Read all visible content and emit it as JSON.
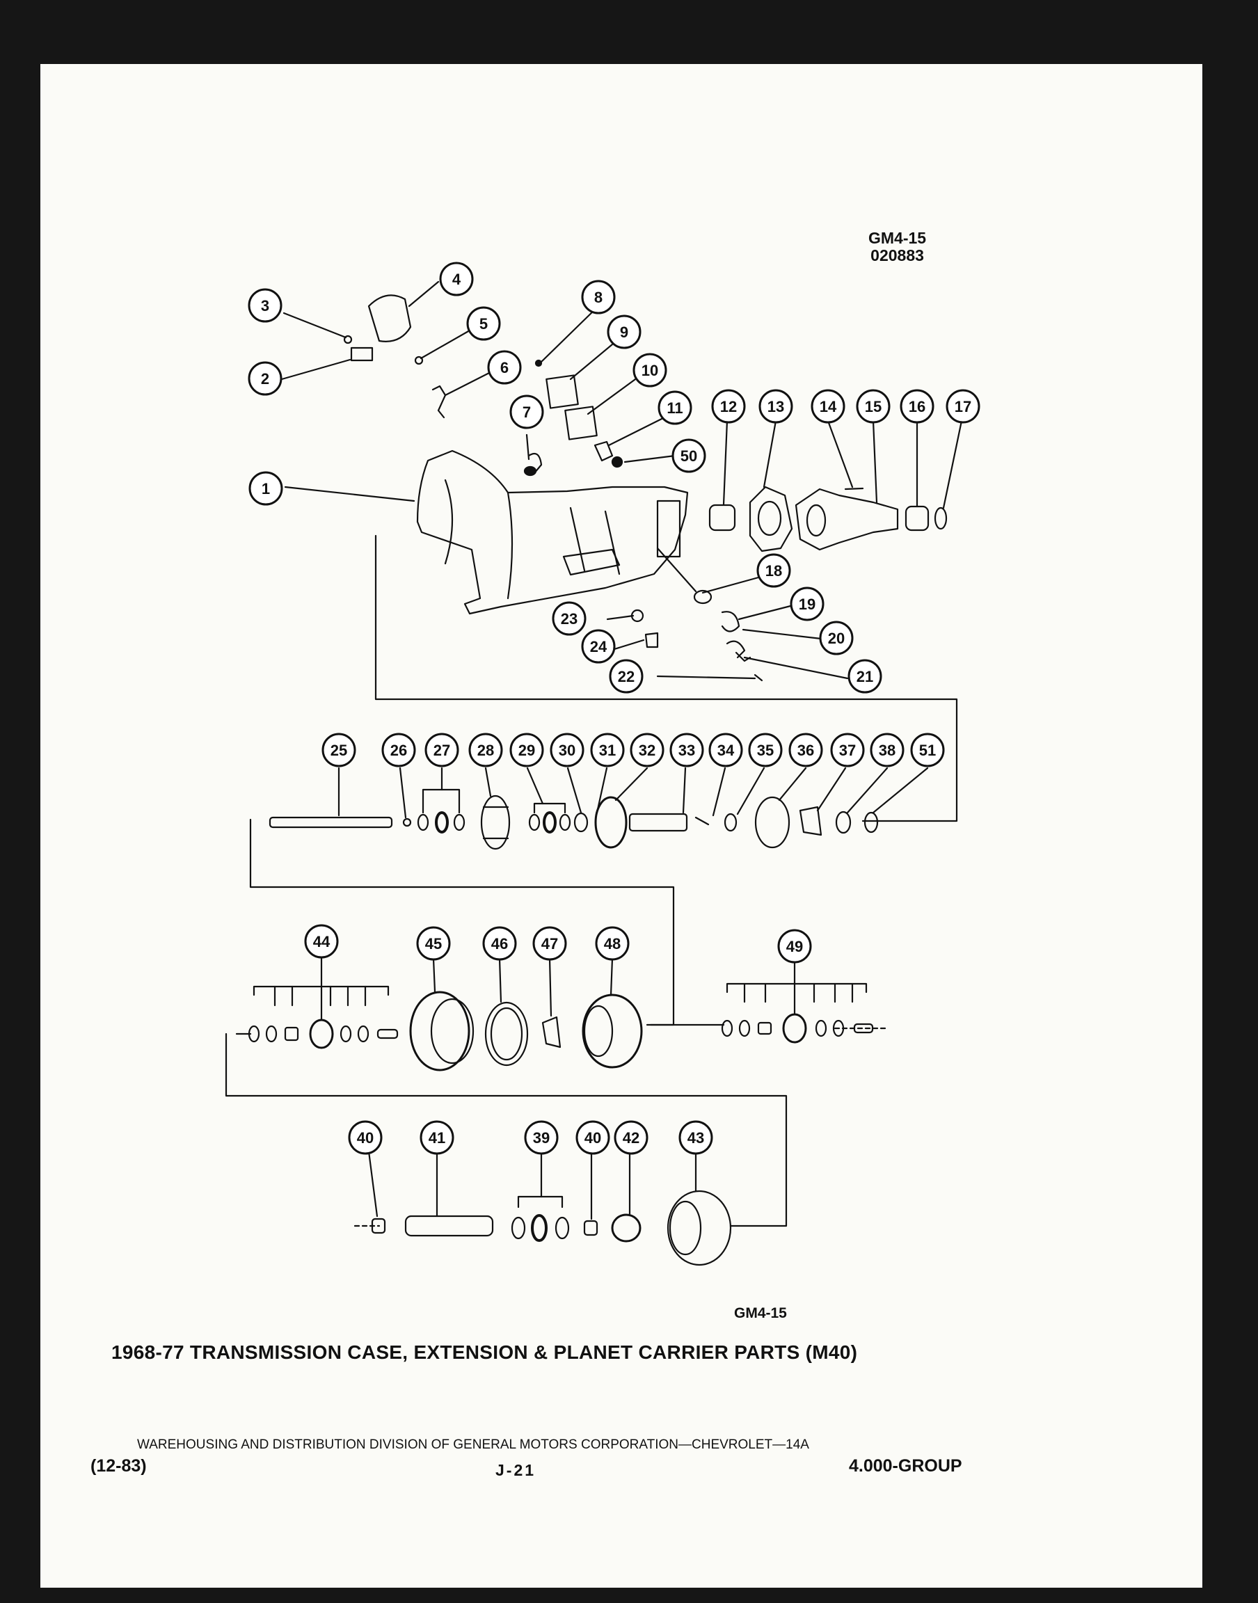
{
  "ref_code": [
    "GM4-15",
    "020883"
  ],
  "figure_code": "GM4-15",
  "title": "1968-77 TRANSMISSION CASE, EXTENSION & PLANET CARRIER PARTS (M40)",
  "publisher": "WAREHOUSING AND DISTRIBUTION DIVISION OF GENERAL MOTORS CORPORATION—CHEVROLET—14A",
  "date_code": "(12-83)",
  "page_number": "J-21",
  "group": "4.000-GROUP",
  "colors": {
    "ink": "#111111",
    "paper": "#fbfbf7",
    "border": "#161616"
  },
  "callouts": [
    "1",
    "2",
    "3",
    "4",
    "5",
    "6",
    "7",
    "8",
    "9",
    "10",
    "11",
    "12",
    "13",
    "14",
    "15",
    "16",
    "17",
    "18",
    "19",
    "20",
    "21",
    "22",
    "23",
    "24",
    "25",
    "26",
    "27",
    "28",
    "29",
    "30",
    "31",
    "32",
    "33",
    "34",
    "35",
    "36",
    "37",
    "38",
    "39",
    "40",
    "40",
    "41",
    "42",
    "43",
    "44",
    "45",
    "46",
    "47",
    "48",
    "49",
    "50",
    "51"
  ]
}
